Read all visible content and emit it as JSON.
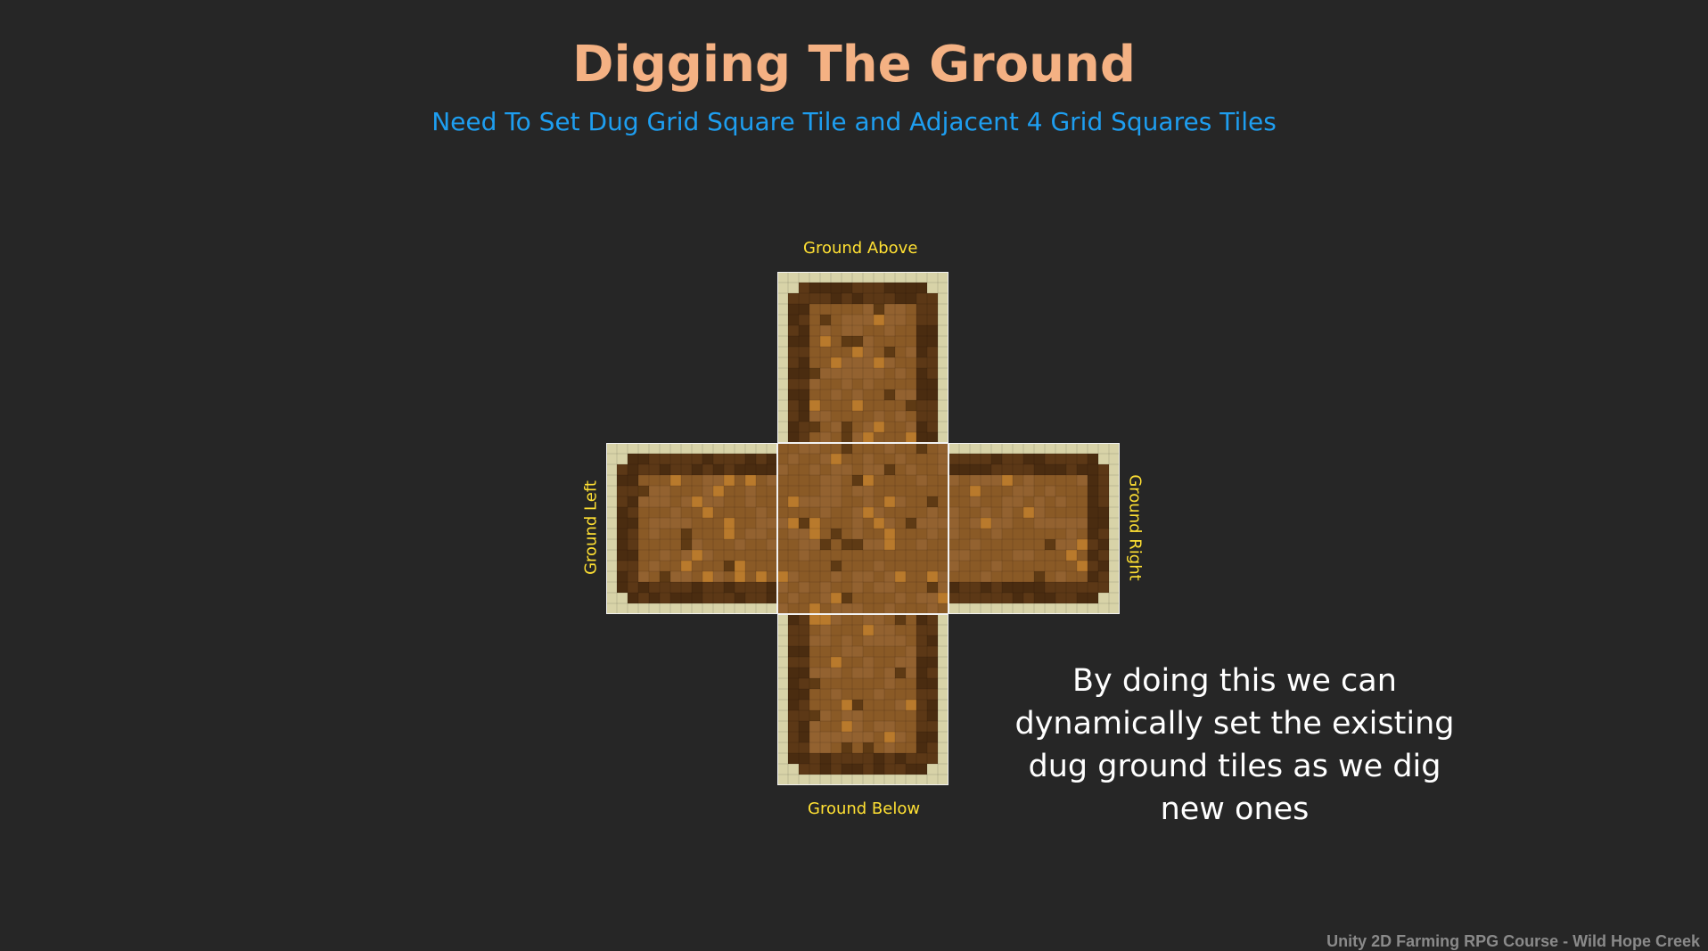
{
  "slide": {
    "title": "Digging The Ground",
    "subtitle": "Need To Set Dug Grid Square Tile and Adjacent 4 Grid Squares Tiles",
    "labels": {
      "above": "Ground Above",
      "below": "Ground Below",
      "left": "Ground Left",
      "right": "Ground Right"
    },
    "body_text": "By doing this we can dynamically set the existing dug ground tiles as we dig new ones",
    "footer": "Unity 2D Farming RPG Course - Wild Hope Creek"
  },
  "colors": {
    "background": "#262626",
    "title": "#f4b183",
    "subtitle": "#1e9ef0",
    "label": "#ffe033",
    "sand": "#d8d3a8",
    "dirt_center": "#8a5a26",
    "dirt_dark": "#4a2c10",
    "dirt_highlight": "#b97a2c"
  },
  "tiles": [
    {
      "name": "tile-center",
      "position": "center"
    },
    {
      "name": "tile-above",
      "position": "above"
    },
    {
      "name": "tile-below",
      "position": "below"
    },
    {
      "name": "tile-left",
      "position": "left"
    },
    {
      "name": "tile-right",
      "position": "right"
    }
  ]
}
